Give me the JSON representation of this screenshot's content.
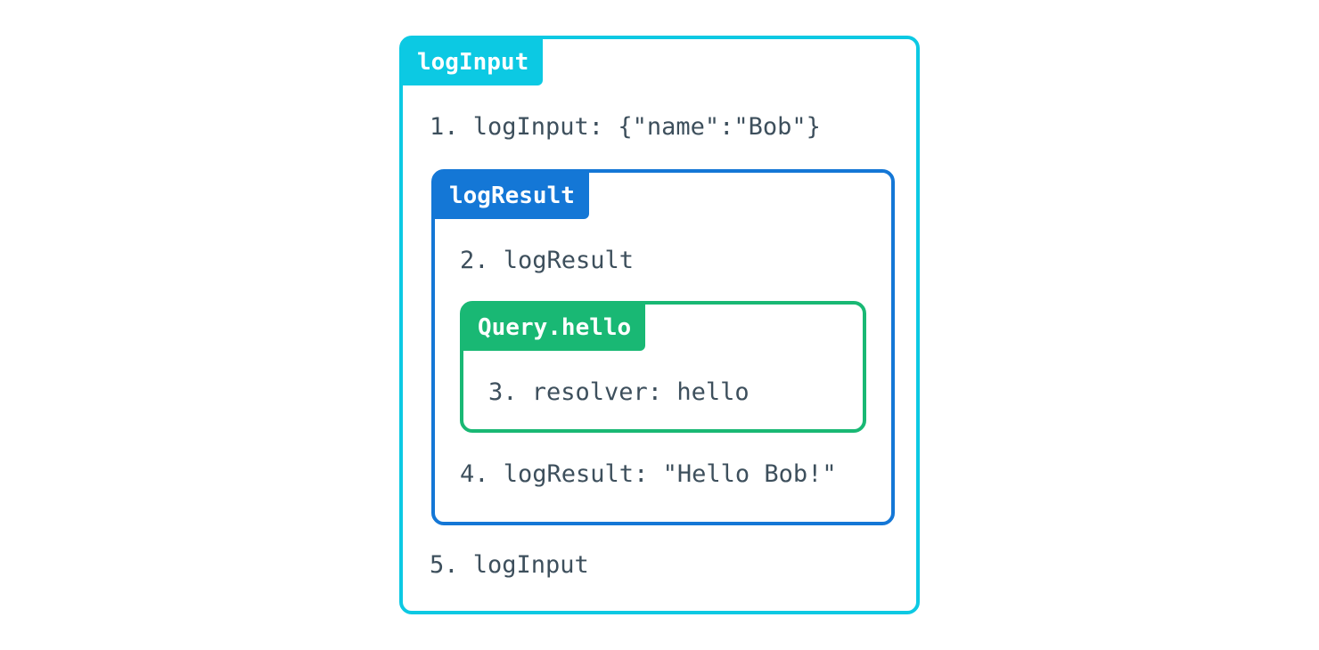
{
  "outer": {
    "tag": "logInput",
    "step1": "1. logInput: {\"name\":\"Bob\"}",
    "step5": "5. logInput"
  },
  "middle": {
    "tag": "logResult",
    "step2": "2. logResult",
    "step4": "4. logResult: \"Hello Bob!\""
  },
  "inner": {
    "tag": "Query.hello",
    "step3": "3. resolver: hello"
  },
  "colors": {
    "outer": "#0cc9e3",
    "middle": "#1477d6",
    "inner": "#19b874",
    "text": "#3d4f5c"
  }
}
